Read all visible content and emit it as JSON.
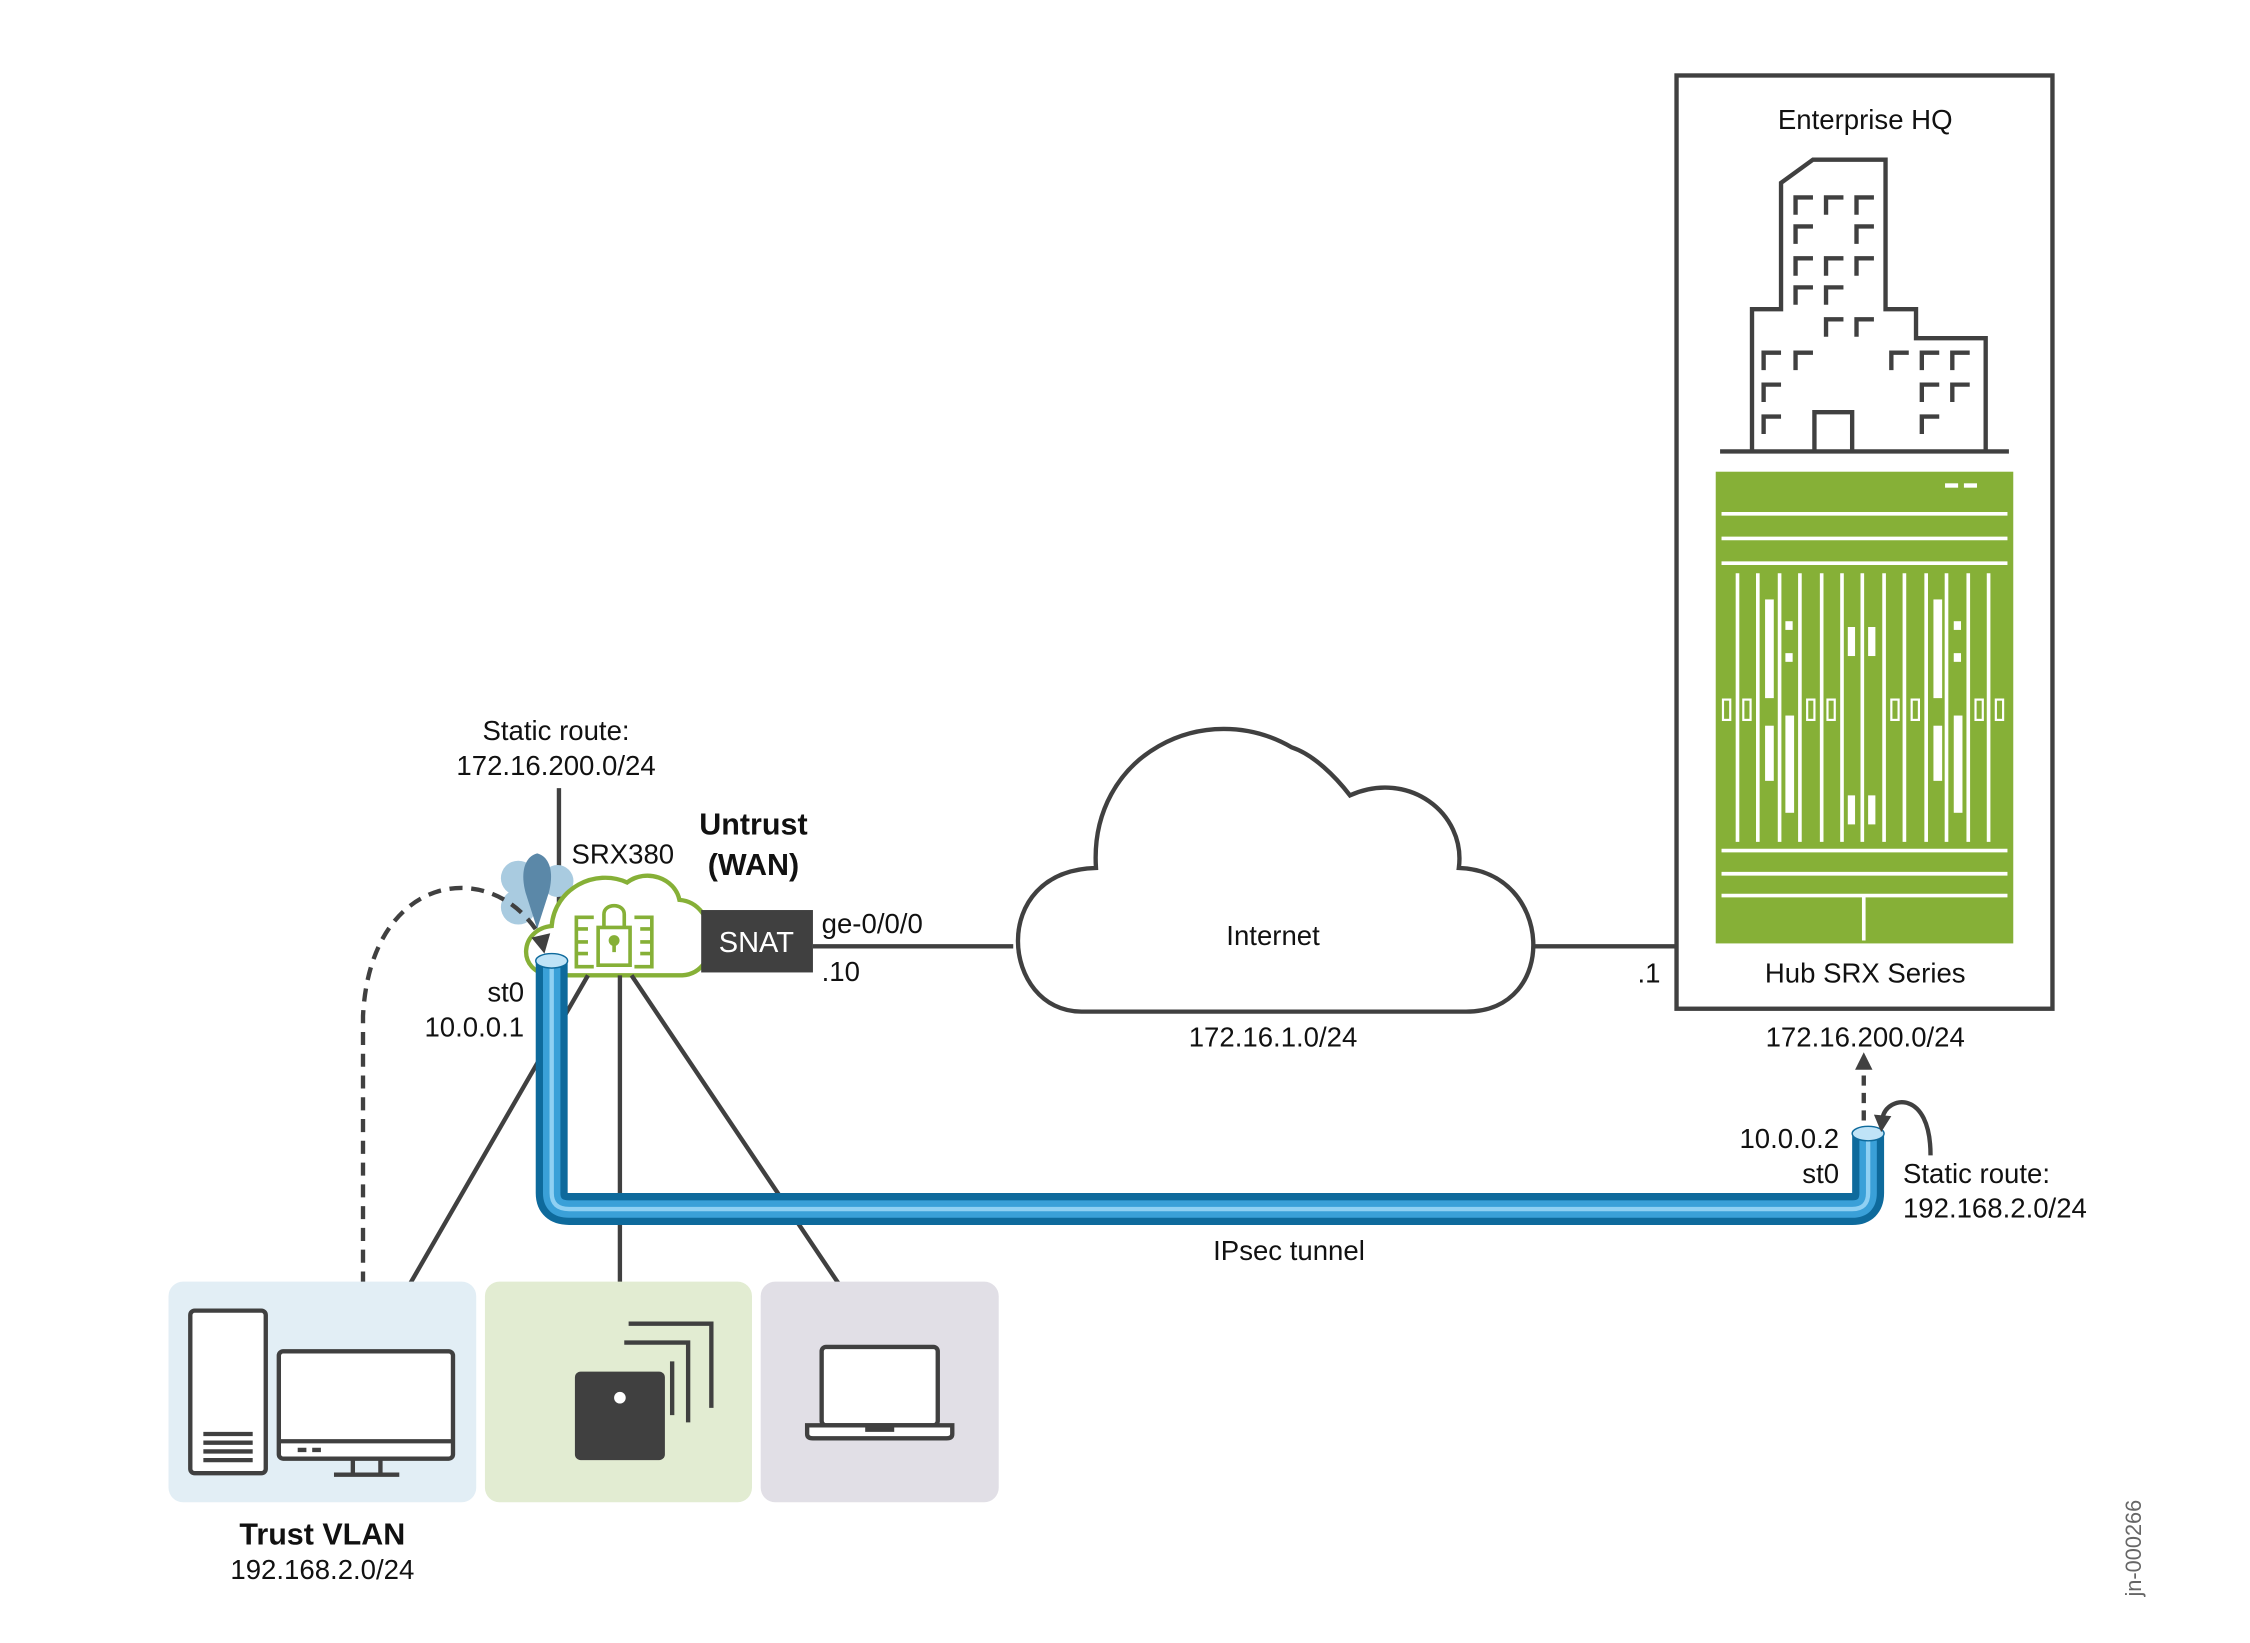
{
  "hq": {
    "title": "Enterprise HQ",
    "device": "Hub SRX Series",
    "subnet": "172.16.200.0/24",
    "interface_ip": ".1"
  },
  "internet": {
    "label": "Internet",
    "subnet": "172.16.1.0/24"
  },
  "branch": {
    "device": "SRX380",
    "zone_line1": "Untrust",
    "zone_line2": "(WAN)",
    "snat": "SNAT",
    "interface": "ge-0/0/0",
    "interface_ip": ".10",
    "static_route_label": "Static route:",
    "static_route": "172.16.200.0/24",
    "tunnel_if": "st0",
    "tunnel_ip": "10.0.0.1"
  },
  "hub_tunnel": {
    "tunnel_ip": "10.0.0.2",
    "tunnel_if": "st0",
    "static_route_label": "Static route:",
    "static_route": "192.168.2.0/24"
  },
  "tunnel": {
    "label": "IPsec tunnel"
  },
  "trust": {
    "title": "Trust VLAN",
    "subnet": "192.168.2.0/24"
  },
  "figure_id": "jn-000266",
  "colors": {
    "green": "#86b037",
    "tunnel_blue": "#2a8fc4",
    "dark": "#404040",
    "trust_panel": "#e2eef5",
    "wifi_panel": "#e2ecd2",
    "laptop_panel": "#e1dfe6"
  }
}
